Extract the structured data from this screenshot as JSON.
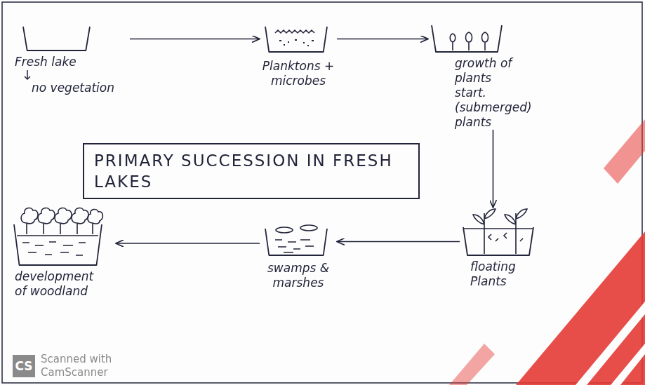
{
  "diagram": {
    "title": "PRIMARY SUCCESSION IN FRESH LAKES",
    "nodes": [
      {
        "text": [
          "Fresh lake",
          "no vegetation"
        ]
      },
      {
        "text": [
          "Planktons + microbes"
        ]
      },
      {
        "text": [
          "growth of plants start. (submerged) plants"
        ]
      },
      {
        "text": [
          "floating Plants"
        ]
      },
      {
        "text": [
          "swamps & marshes"
        ]
      },
      {
        "text": [
          "development of woodland"
        ]
      }
    ],
    "edges": [
      {
        "from": 0,
        "to": 1,
        "arrow": "to"
      },
      {
        "from": 1,
        "to": 2,
        "arrow": "to"
      },
      {
        "from": 2,
        "to": 3,
        "arrow": "to"
      },
      {
        "from": 3,
        "to": 4,
        "arrow": "to"
      },
      {
        "from": 4,
        "to": 5,
        "arrow": "to"
      }
    ],
    "labels": [
      "CS",
      "Scanned with CamScanner"
    ]
  }
}
